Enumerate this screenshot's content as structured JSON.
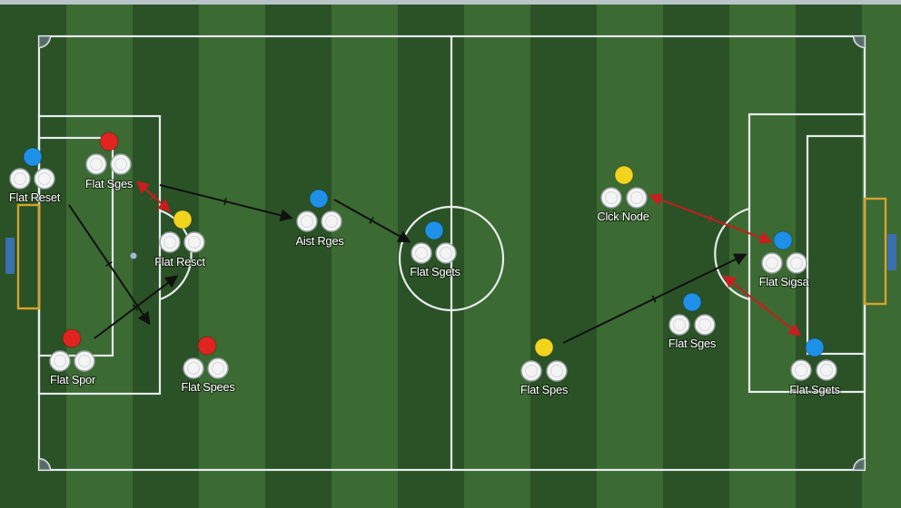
{
  "pitch": {
    "grass_dark": "#2a5226",
    "grass_light": "#3b6a33",
    "line_color": "#e8ecef",
    "goal_color": "#d6a22e",
    "goal_sign_color": "#3a6fb0"
  },
  "marker_colors": {
    "blue": "#1e90e8",
    "red": "#e02420",
    "yellow": "#f2d41e",
    "white": "#f4f4f4"
  },
  "nodes": [
    {
      "id": "n1",
      "label": "Flat Reset",
      "marker": "blue"
    },
    {
      "id": "n2",
      "label": "Flat Sges",
      "marker": "red"
    },
    {
      "id": "n3",
      "label": "Flat Resct",
      "marker": "yellow"
    },
    {
      "id": "n4",
      "label": "Flat Spor",
      "marker": "red"
    },
    {
      "id": "n5",
      "label": "Flat Spees",
      "marker": "red"
    },
    {
      "id": "n6",
      "label": "Aist Rges",
      "marker": "blue"
    },
    {
      "id": "n7",
      "label": "Flat Sgets",
      "marker": "blue"
    },
    {
      "id": "n8",
      "label": "Clck Node",
      "marker": "yellow"
    },
    {
      "id": "n9",
      "label": "Flat Sigsa",
      "marker": "blue"
    },
    {
      "id": "n10",
      "label": "Flat Sges",
      "marker": "blue"
    },
    {
      "id": "n11",
      "label": "Flat Spes",
      "marker": "yellow"
    },
    {
      "id": "n12",
      "label": "Flat Sgets",
      "marker": "blue"
    }
  ],
  "connections": [
    {
      "from": "n2",
      "to": "n6",
      "kind": "pass"
    },
    {
      "from": "n6",
      "to": "n7",
      "kind": "pass"
    },
    {
      "from": "n2",
      "to": "n3",
      "kind": "press"
    },
    {
      "from": "n1",
      "to": "n3",
      "kind": "pass"
    },
    {
      "from": "n4",
      "to": "n3",
      "kind": "pass"
    },
    {
      "from": "n11",
      "to": "n9",
      "kind": "pass"
    },
    {
      "from": "n8",
      "to": "n9",
      "kind": "press"
    },
    {
      "from": "n9",
      "to": "n12",
      "kind": "press"
    }
  ],
  "arrow_colors": {
    "pass": "#111111",
    "press": "#c81e1e"
  }
}
